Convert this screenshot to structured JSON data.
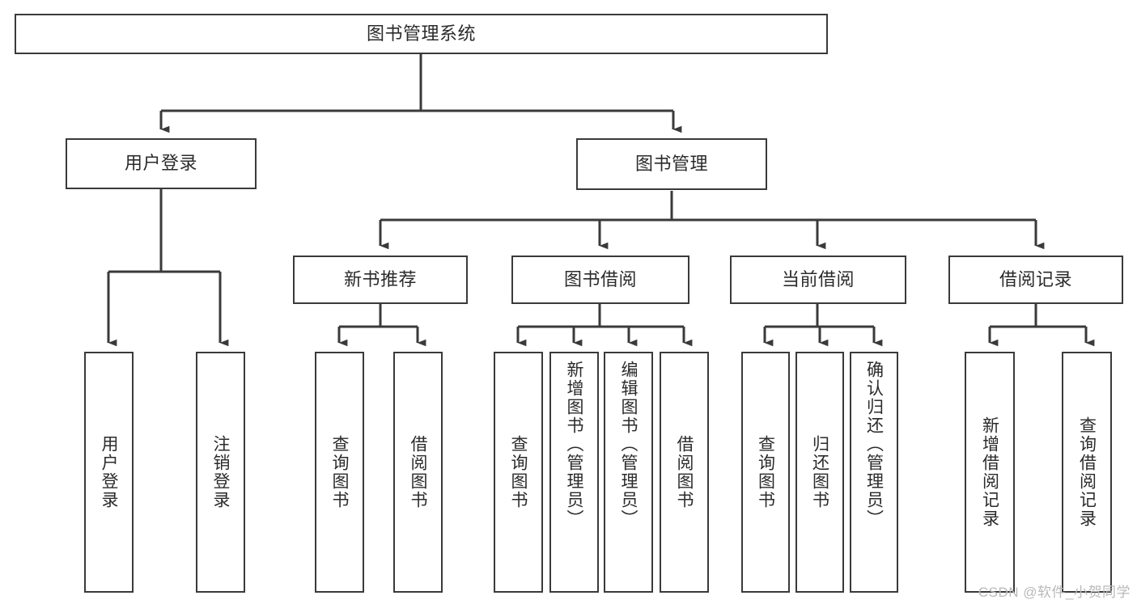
{
  "diagram": {
    "title": "图书管理系统",
    "type": "tree-hierarchy-chart",
    "colors": {
      "box_border": "#3a3a3a",
      "box_fill": "#ffffff",
      "text": "#2b2b2b",
      "edge": "#3a3a3a",
      "watermark": "#b9b9b9",
      "background": "#ffffff"
    },
    "root": {
      "label": "图书管理系统"
    },
    "level1": [
      {
        "label": "用户登录"
      },
      {
        "label": "图书管理"
      }
    ],
    "level2": [
      {
        "label": "新书推荐"
      },
      {
        "label": "图书借阅"
      },
      {
        "label": "当前借阅"
      },
      {
        "label": "借阅记录"
      }
    ],
    "leaves": {
      "user_login": [
        {
          "label": "用户登录"
        },
        {
          "label": "注销登录"
        }
      ],
      "new_book_recommend": [
        {
          "label": "查询图书"
        },
        {
          "label": "借阅图书"
        }
      ],
      "book_borrow": [
        {
          "label": "查询图书"
        },
        {
          "label": "新增图书（管理员）"
        },
        {
          "label": "编辑图书（管理员）"
        },
        {
          "label": "借阅图书"
        }
      ],
      "current_borrow": [
        {
          "label": "查询图书"
        },
        {
          "label": "归还图书"
        },
        {
          "label": "确认归还（管理员）"
        }
      ],
      "borrow_record": [
        {
          "label": "新增借阅记录"
        },
        {
          "label": "查询借阅记录"
        }
      ]
    },
    "watermark": "CSDN @软件_小贺同学"
  }
}
